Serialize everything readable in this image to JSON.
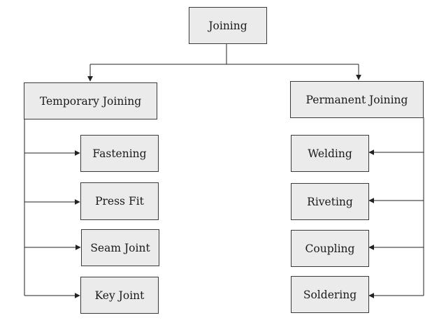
{
  "root": {
    "label": "Joining"
  },
  "branches": [
    {
      "label": "Temporary Joining",
      "children": [
        "Fastening",
        "Press Fit",
        "Seam Joint",
        "Key Joint"
      ]
    },
    {
      "label": "Permanent Joining",
      "children": [
        "Welding",
        "Riveting",
        "Coupling",
        "Soldering"
      ]
    }
  ],
  "colors": {
    "box_fill": "#ebebeb",
    "box_border": "#3a3a3a",
    "line": "#222222"
  }
}
